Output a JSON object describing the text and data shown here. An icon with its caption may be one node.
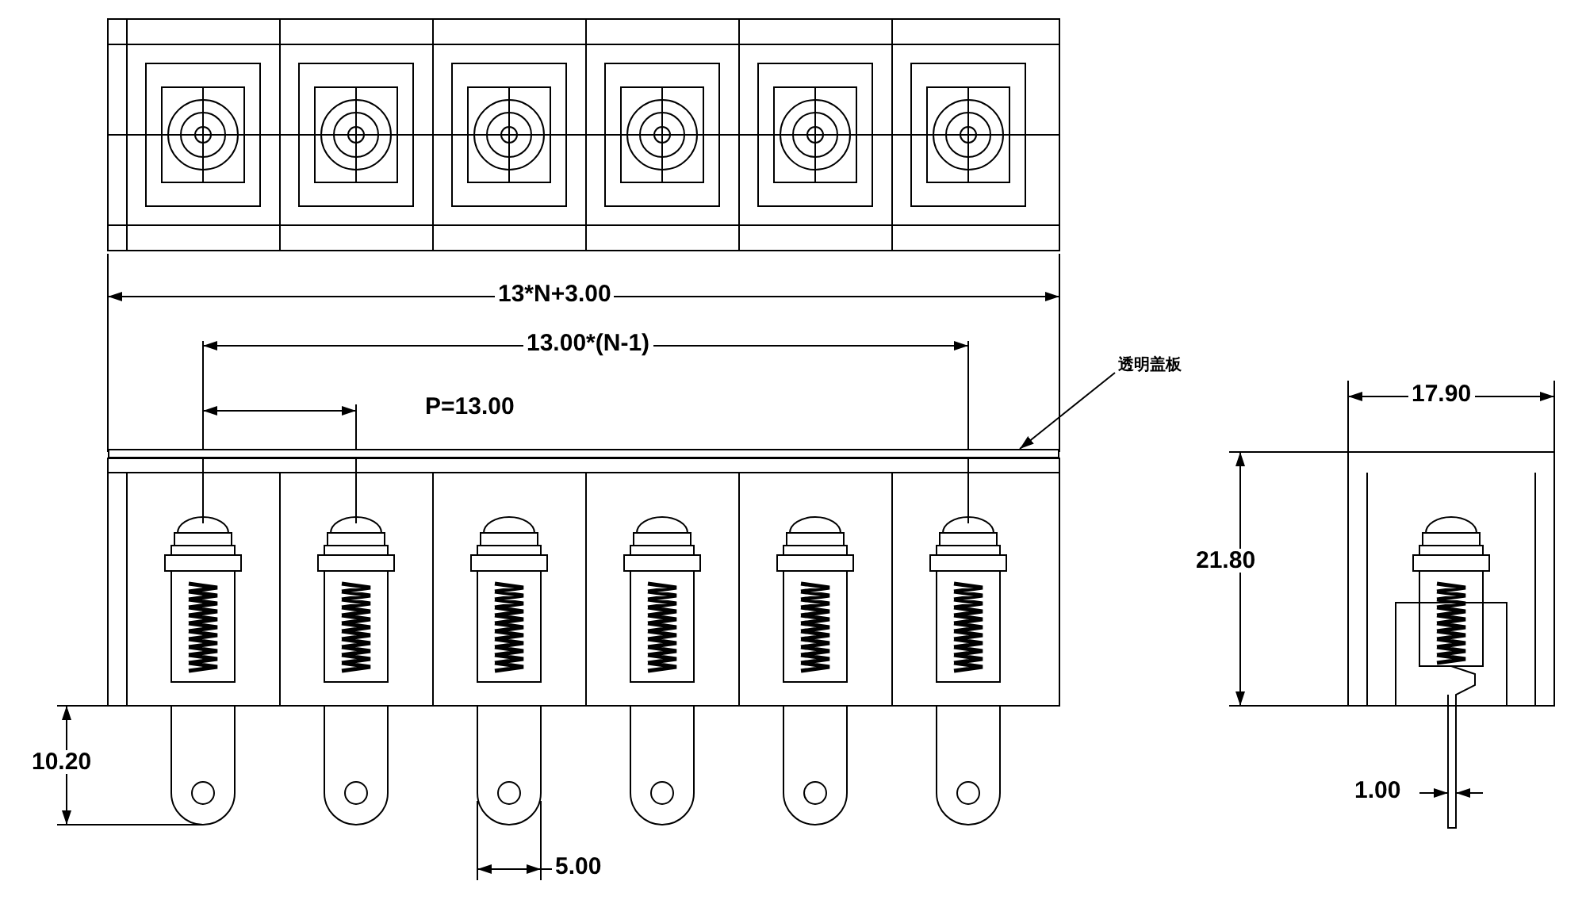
{
  "diagram": {
    "nodes": [
      {
        "text": [
          "透明盖板"
        ]
      },
      {
        "text": [],
        "shape": "bar"
      }
    ],
    "edges": [
      {
        "from": 0,
        "to": 1,
        "arrow": "to"
      }
    ],
    "labels": [
      "13*N+3.00",
      "13.00*(N-1)",
      "P=13.00",
      "17.90",
      "21.80",
      "10.20",
      "5.00",
      "1.00"
    ]
  }
}
